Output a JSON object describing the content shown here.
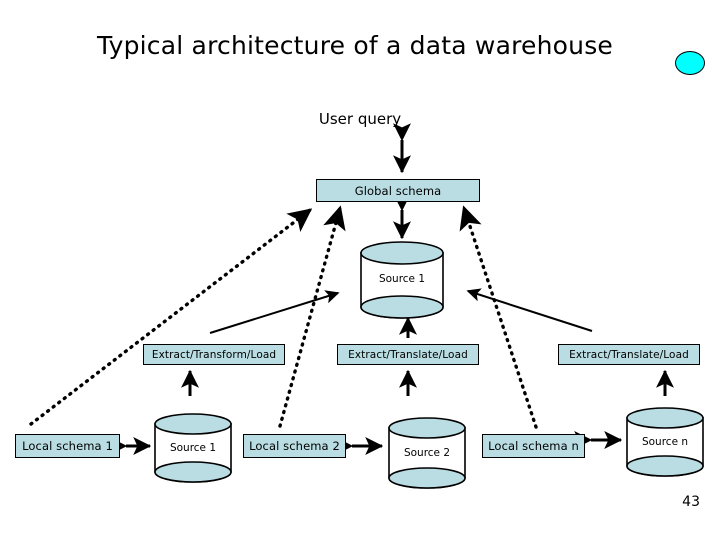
{
  "slide": {
    "title": "Typical architecture of a data warehouse",
    "page_number": "43",
    "bullet_color": "#00ffff",
    "box_fill_color": "#b9dde3",
    "cylinder_fill_color": "#b9dde3",
    "line_color": "#000000",
    "background_color": "#ffffff"
  },
  "diagram": {
    "user_query_label": "User query",
    "global_schema_label": "Global schema",
    "warehouse_source_label": "Source 1",
    "etl_boxes": [
      {
        "label": "Extract/Transform/Load"
      },
      {
        "label": "Extract/Translate/Load"
      },
      {
        "label": "Extract/Translate/Load"
      }
    ],
    "local_schemas": [
      {
        "label": "Local schema 1"
      },
      {
        "label": "Local schema 2"
      },
      {
        "label": "Local schema n"
      }
    ],
    "sources": [
      {
        "label": "Source 1"
      },
      {
        "label": "Source 2"
      },
      {
        "label": "Source n"
      }
    ]
  }
}
